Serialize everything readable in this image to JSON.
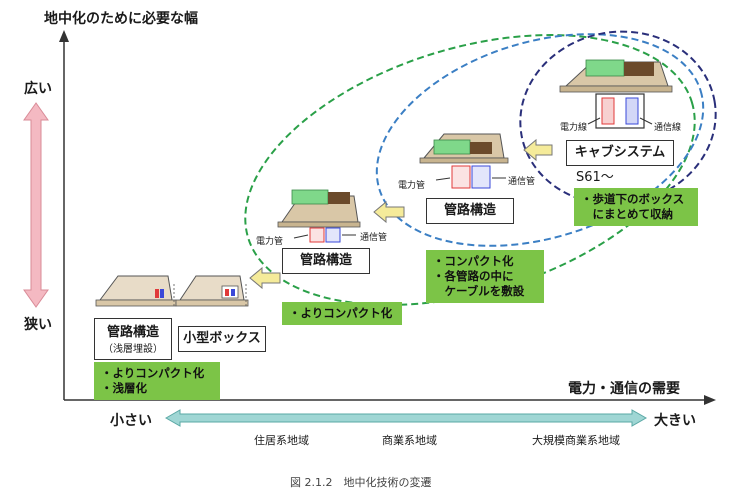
{
  "y_axis": {
    "title": "地中化のために必要な幅",
    "top": "広い",
    "bottom": "狭い"
  },
  "x_axis": {
    "title": "電力・通信の需要",
    "left": "小さい",
    "right": "大きい",
    "areas": [
      "住居系地域",
      "商業系地域",
      "大規模商業系地域"
    ]
  },
  "stages": [
    {
      "title": "管路構造",
      "subtitle": "（浅層埋設）"
    },
    {
      "title": "小型ボックス"
    },
    {
      "title": "管路構造",
      "left_label": "電力管",
      "right_label": "通信管"
    },
    {
      "title": "管路構造",
      "left_label": "電力管",
      "right_label": "通信管"
    },
    {
      "title": "キャブシステム",
      "era": "S61～",
      "left_label": "電力線",
      "right_label": "通信線"
    }
  ],
  "notes": {
    "n1": [
      "・よりコンパクト化",
      "・浅層化"
    ],
    "n2": [
      "・よりコンパクト化"
    ],
    "n3": [
      "・コンパクト化",
      "・各管路の中に",
      "　ケーブルを敷設"
    ],
    "n4": [
      "・歩道下のボックス",
      "　にまとめて収納"
    ]
  },
  "caption": "図 2.1.2　地中化技術の変遷",
  "colors": {
    "green_note": "#7cc447",
    "ellipse_green": "#2aa048",
    "ellipse_blue": "#3b7fc4",
    "ellipse_navy": "#2a2f7a",
    "axis_arrow_red": "#f4b9c2",
    "axis_arrow_teal": "#9fd6d4",
    "flow_arrow": "#f5eb9a",
    "power": "#e03a3a",
    "telecom": "#3a48d8"
  }
}
